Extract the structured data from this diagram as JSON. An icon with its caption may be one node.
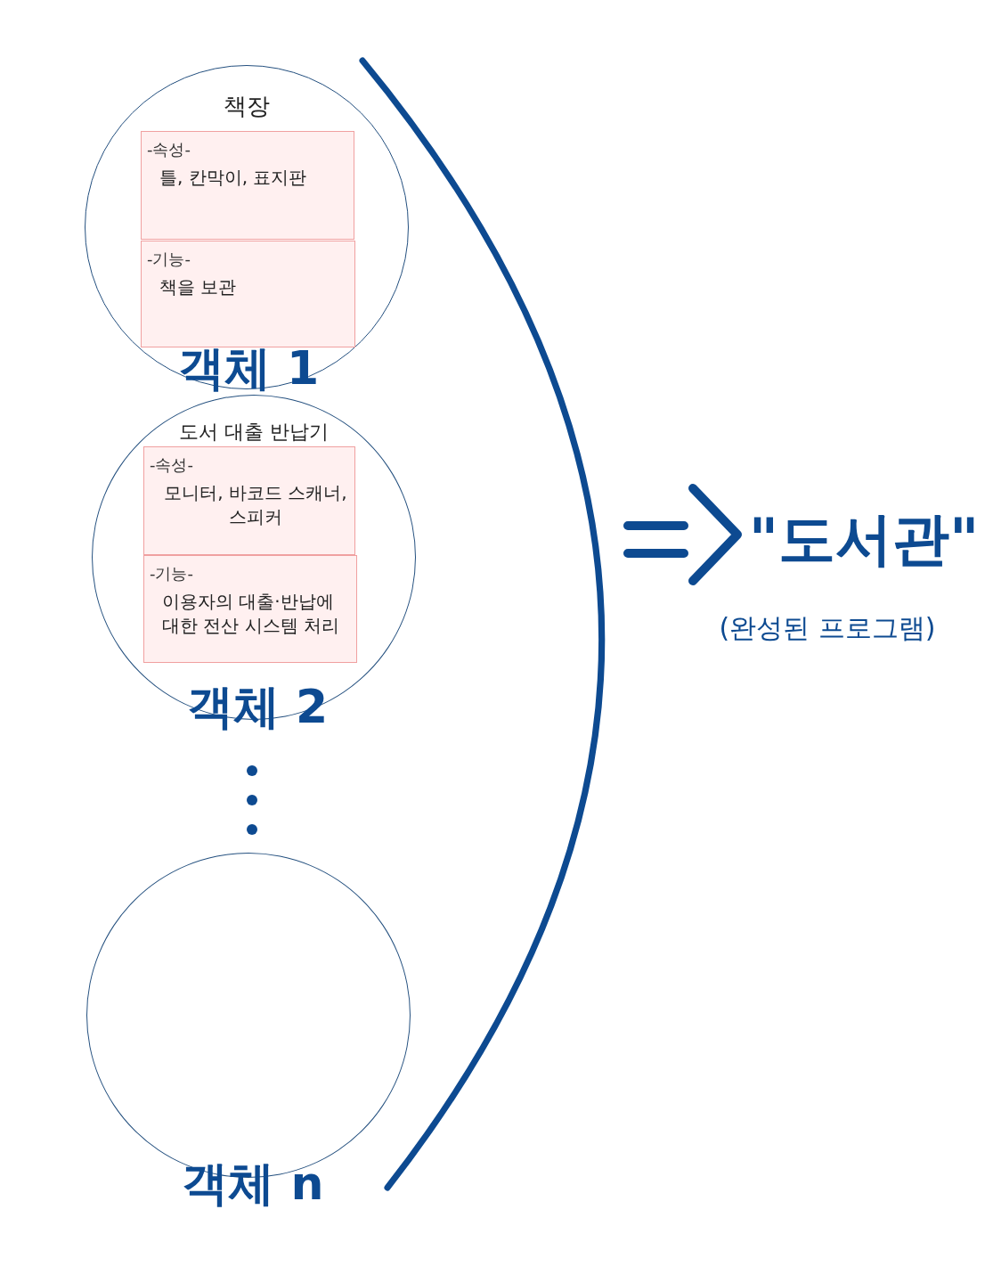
{
  "diagram": {
    "nodes": [
      {
        "text": [
          "책장"
        ],
        "beside": [
          "객체 1"
        ]
      },
      {
        "text": [
          "-속성-",
          "틀, 칸막이, 표지판"
        ],
        "in": 0
      },
      {
        "text": [
          "-기능-",
          "책을 보관"
        ],
        "in": 0
      },
      {
        "text": [
          "도서 대출 반납기"
        ],
        "beside": [
          "객체 2"
        ]
      },
      {
        "text": [
          "-속성-",
          "모니터, 바코드 스캐너, 스피커"
        ],
        "in": 3
      },
      {
        "text": [
          "-기능-",
          "이용자의 대출·반납에 대한 전산 시스템 처리"
        ],
        "in": 3
      },
      {
        "text": [],
        "shape": "circle",
        "beside": [
          "객체 n"
        ]
      },
      {
        "text": [
          "\"도서관\""
        ],
        "beside": [
          "(완성된 프로그램)"
        ]
      }
    ],
    "edges": [
      {
        "from": null,
        "to": 7,
        "arrow": "to"
      }
    ]
  }
}
